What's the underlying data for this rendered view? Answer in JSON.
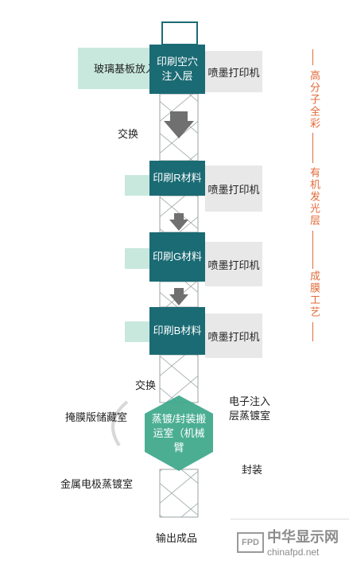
{
  "steps": {
    "glass_input": "玻璃基板放入",
    "hole_injection": "印刷空穴注入层",
    "print_r": "印刷R材料",
    "print_g": "印刷G材料",
    "print_b": "印刷B材料",
    "evaporation_hub": "蒸镀/封装搬运室（机械臂",
    "output": "输出成品"
  },
  "inkjet_label": "喷墨打印机",
  "exchange_label": "交换",
  "side_rooms": {
    "mask_storage": "掩膜版储藏室",
    "electron_injection": "电子注入层蒸镀室",
    "metal_electrode": "金属电极蒸镀室",
    "encapsulation": "封装"
  },
  "side_annotations": {
    "group1": "高分子全彩",
    "group2": "有机发光层",
    "group3": "成膜工艺"
  },
  "watermark": {
    "badge": "FPD",
    "title": "中华显示网",
    "url": "chinafpd.net"
  },
  "colors": {
    "teal": "#1b6b74",
    "mint": "#c8e8de",
    "grey": "#e8e8e8",
    "accent": "#e26b3a"
  }
}
